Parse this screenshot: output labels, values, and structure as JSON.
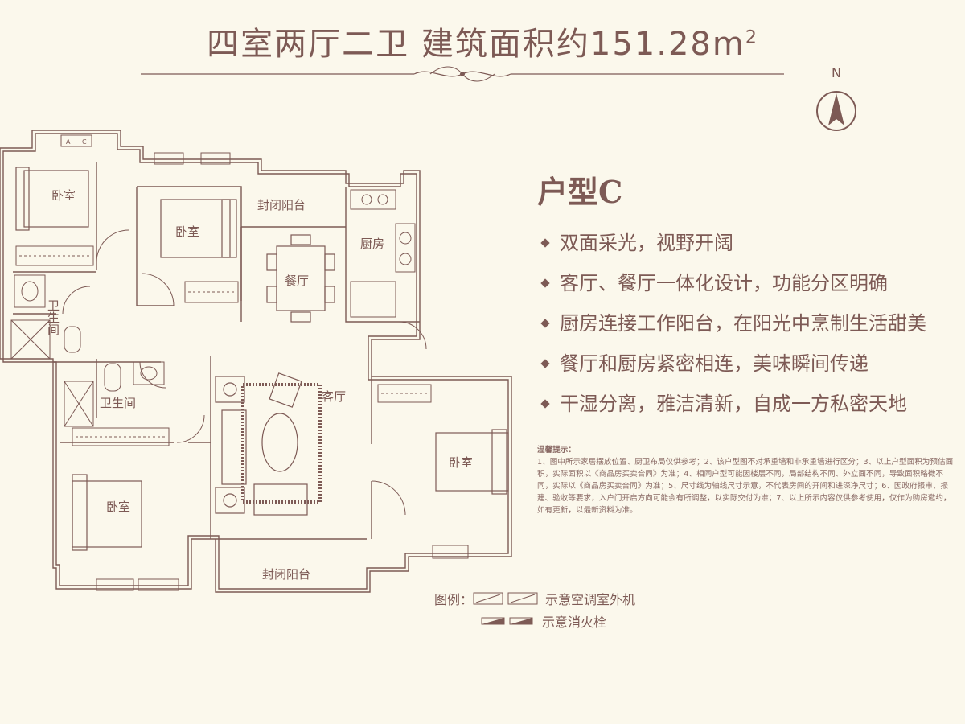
{
  "header": {
    "title": "四室两厅二卫  建筑面积约151.28m",
    "title_sup": "2"
  },
  "compass": {
    "label": "N"
  },
  "unit": {
    "name": "户型C",
    "features": [
      "双面采光，视野开阔",
      "客厅、餐厅一体化设计，功能分区明确",
      "厨房连接工作阳台，在阳光中烹制生活甜美",
      "餐厅和厨房紧密相连，美味瞬间传递",
      "干湿分离，雅洁清新，自成一方私密天地"
    ]
  },
  "notes": {
    "title": "温馨提示：",
    "text": "1、图中所示家居摆放位置、厨卫布局仅供参考；2、该户型图不对承重墙和非承重墙进行区分；3、以上户型面积为预估面积，实际面积以《商品房买卖合同》为准；4、相同户型可能因楼层不同，局部结构不同、外立面不同，导致面积略微不同，实际以《商品房买卖合同》为准；5、尺寸线为轴线尺寸示意，不代表房间的开间和进深净尺寸；6、因政府报审、报建、验收等要求，入户门开启方向可能会有所调整，以实际交付为准；7、以上所示内容仅供参考使用，仅作为购房邀约，如有更新，以最新资料为准。"
  },
  "legend": {
    "prefix": "图例：",
    "ac_label": "示意空调室外机",
    "hydrant_label": "示意消火栓"
  },
  "rooms": {
    "bedroom_tl": "卧室",
    "bedroom_tc": "卧室",
    "balcony_top": "封闭阳台",
    "dining": "餐厅",
    "kitchen": "厨房",
    "bath_a": "卫生间",
    "bath_b": "卫生间",
    "living": "客厅",
    "bedroom_r": "卧室",
    "bedroom_bl": "卧室",
    "balcony_bottom": "封闭阳台"
  },
  "ac_tags": [
    "A",
    "C"
  ],
  "colors": {
    "background": "#fbf8ec",
    "ink": "#7d5a55",
    "wall_fill": "#ffffff"
  }
}
